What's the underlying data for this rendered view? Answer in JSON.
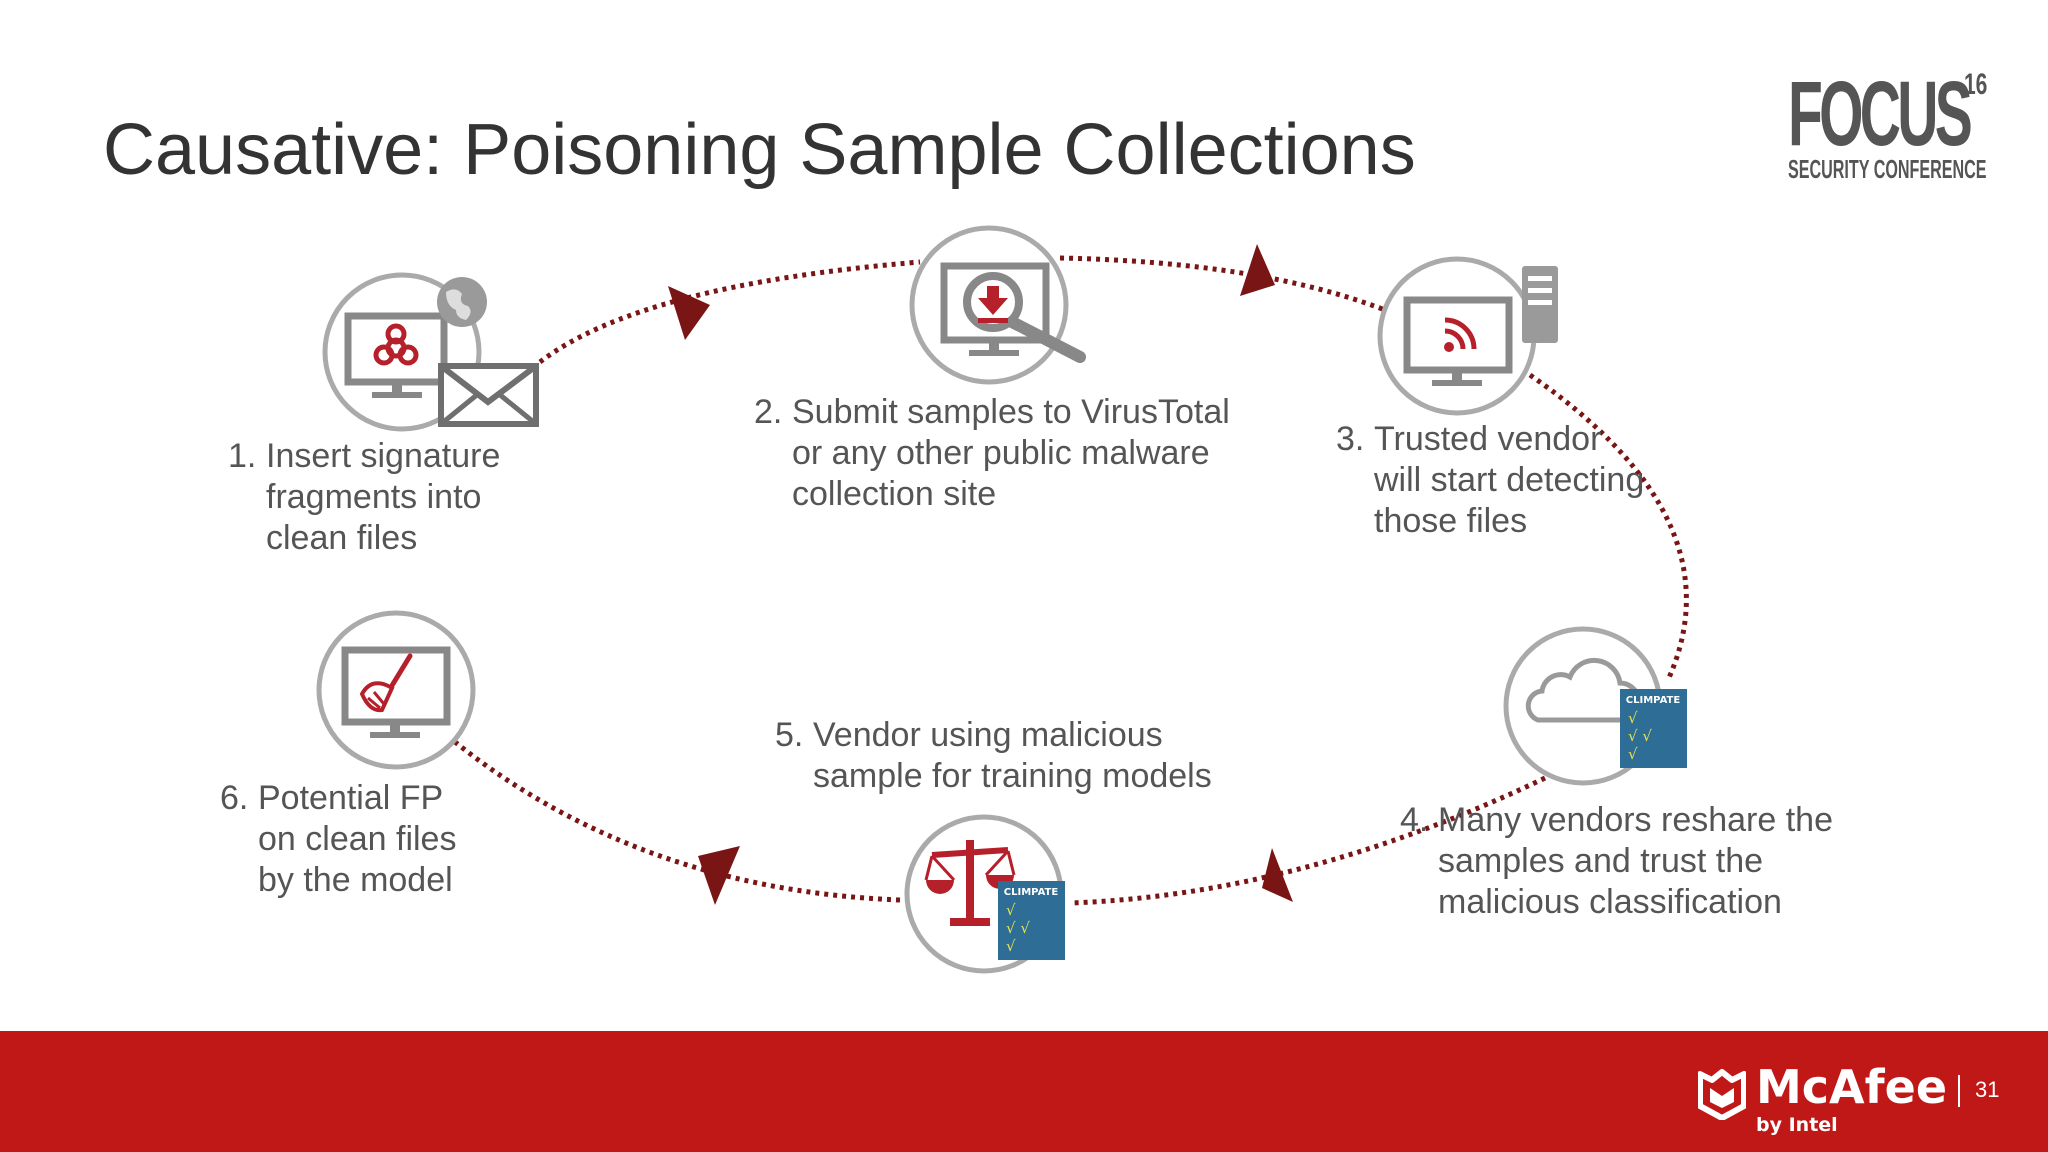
{
  "slide": {
    "title": "Causative: Poisoning Sample Collections",
    "page_number": "31"
  },
  "logo": {
    "brand": "FOCUS",
    "year": "16",
    "subtitle": "SECURITY CONFERENCE"
  },
  "footer": {
    "brand": "McAfee",
    "tagline": "by Intel",
    "colors": {
      "bar": "#c01717",
      "text": "#ffffff"
    }
  },
  "diagram": {
    "colors": {
      "arrow": "#7a1515",
      "node_ring": "#aaaaaa",
      "icon_gray": "#888888",
      "icon_red": "#b5202a",
      "icon_blue": "#2e6e96"
    },
    "steps": [
      {
        "num": "1.",
        "lines": [
          "Insert signature",
          "fragments into",
          "clean files"
        ],
        "icon": "monitor-biohazard-icon"
      },
      {
        "num": "2.",
        "lines": [
          "Submit samples to VirusTotal",
          "or any other public malware",
          "collection site"
        ],
        "icon": "monitor-magnifier-icon"
      },
      {
        "num": "3.",
        "lines": [
          "Trusted vendor",
          "will start detecting",
          "those files"
        ],
        "icon": "monitor-rss-icon"
      },
      {
        "num": "4.",
        "lines": [
          "Many vendors reshare the",
          "samples and trust the",
          "malicious classification"
        ],
        "icon": "cloud-icon"
      },
      {
        "num": "5.",
        "lines": [
          "Vendor using malicious",
          "sample for training models"
        ],
        "icon": "scales-icon"
      },
      {
        "num": "6.",
        "lines": [
          "Potential FP",
          "on clean files",
          "by the model"
        ],
        "icon": "monitor-broom-icon"
      }
    ],
    "book_label": "CLIMPATE"
  }
}
